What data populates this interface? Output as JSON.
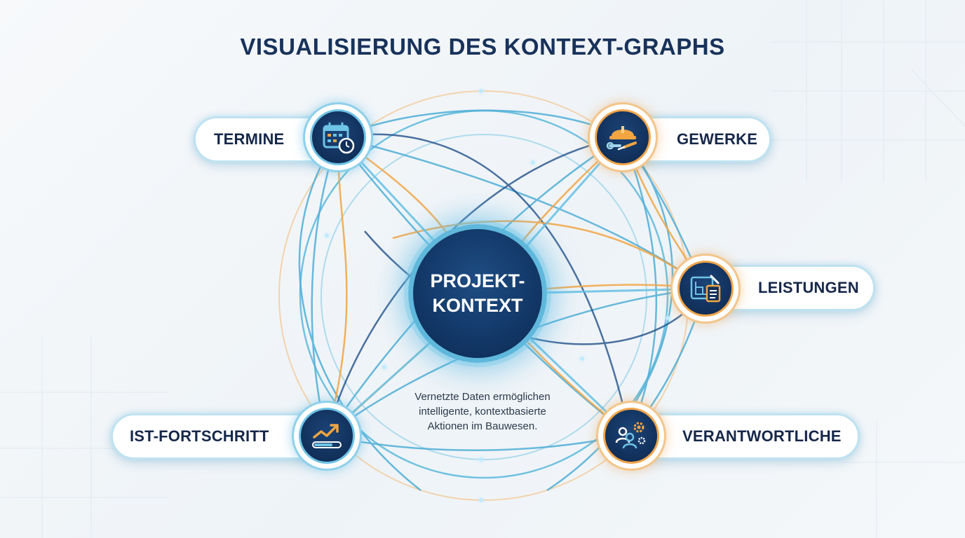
{
  "title": "VISUALISIERUNG DES KONTEXT-GRAPHS",
  "center": {
    "label": "PROJEKT-\nKONTEXT"
  },
  "caption": "Vernetzte Daten ermöglichen\nintelligente, kontextbasierte\nAktionen im Bauwesen.",
  "nodes": [
    {
      "id": "termine",
      "label": "TERMINE",
      "icon": "calendar-clock-icon",
      "accent": "blue"
    },
    {
      "id": "gewerke",
      "label": "GEWERKE",
      "icon": "hardhat-tools-icon",
      "accent": "orange"
    },
    {
      "id": "leistungen",
      "label": "LEISTUNGEN",
      "icon": "blueprint-checklist-icon",
      "accent": "orange"
    },
    {
      "id": "verantwortliche",
      "label": "VERANTWORTLICHE",
      "icon": "people-gear-icon",
      "accent": "orange"
    },
    {
      "id": "ist-fortschritt",
      "label": "IST-FORTSCHRITT",
      "icon": "trend-progress-icon",
      "accent": "blue"
    }
  ],
  "colors": {
    "navy": "#123766",
    "teal": "#4fb3d9",
    "orange": "#f2a541",
    "text": "#16284a"
  }
}
